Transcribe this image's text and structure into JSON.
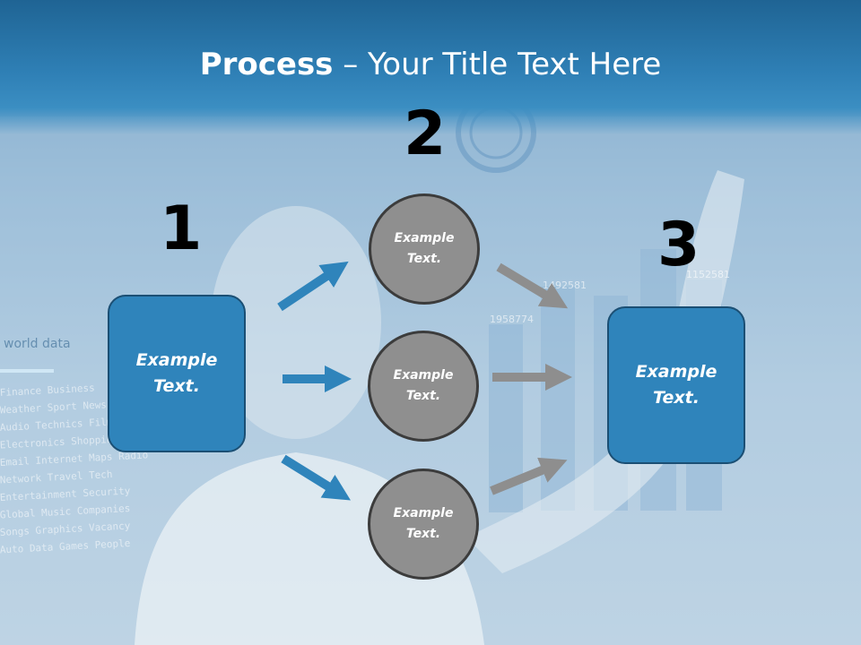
{
  "slide": {
    "title_bold": "Process",
    "title_rest": " – Your Title Text Here",
    "steps": [
      {
        "number": "1",
        "text_line1": "Example",
        "text_line2": "Text."
      },
      {
        "number": "2"
      },
      {
        "number": "3",
        "text_line1": "Example",
        "text_line2": "Text."
      }
    ],
    "circles": [
      {
        "text_line1": "Example",
        "text_line2": "Text."
      },
      {
        "text_line1": "Example",
        "text_line2": "Text."
      },
      {
        "text_line1": "Example",
        "text_line2": "Text."
      }
    ],
    "background_text": {
      "heading": "world data",
      "lines": [
        "Finance Business",
        "Weather Sport News",
        "Audio Technics Film",
        "Electronics Shopping",
        "Email Internet Maps Radio",
        "Network Travel Tech",
        "Entertainment Security",
        "Global Music Companies",
        "Songs Graphics Vacancy",
        "Auto Data Games People"
      ],
      "figures": [
        "1958774",
        "1492581",
        "1152581"
      ]
    },
    "colors": {
      "title_band": "#2f80b6",
      "box_fill": "#2f84bb",
      "circle_fill": "#8f8f8f",
      "blue_arrow": "#2f84bb",
      "gray_arrow": "#8e8e8e"
    }
  }
}
